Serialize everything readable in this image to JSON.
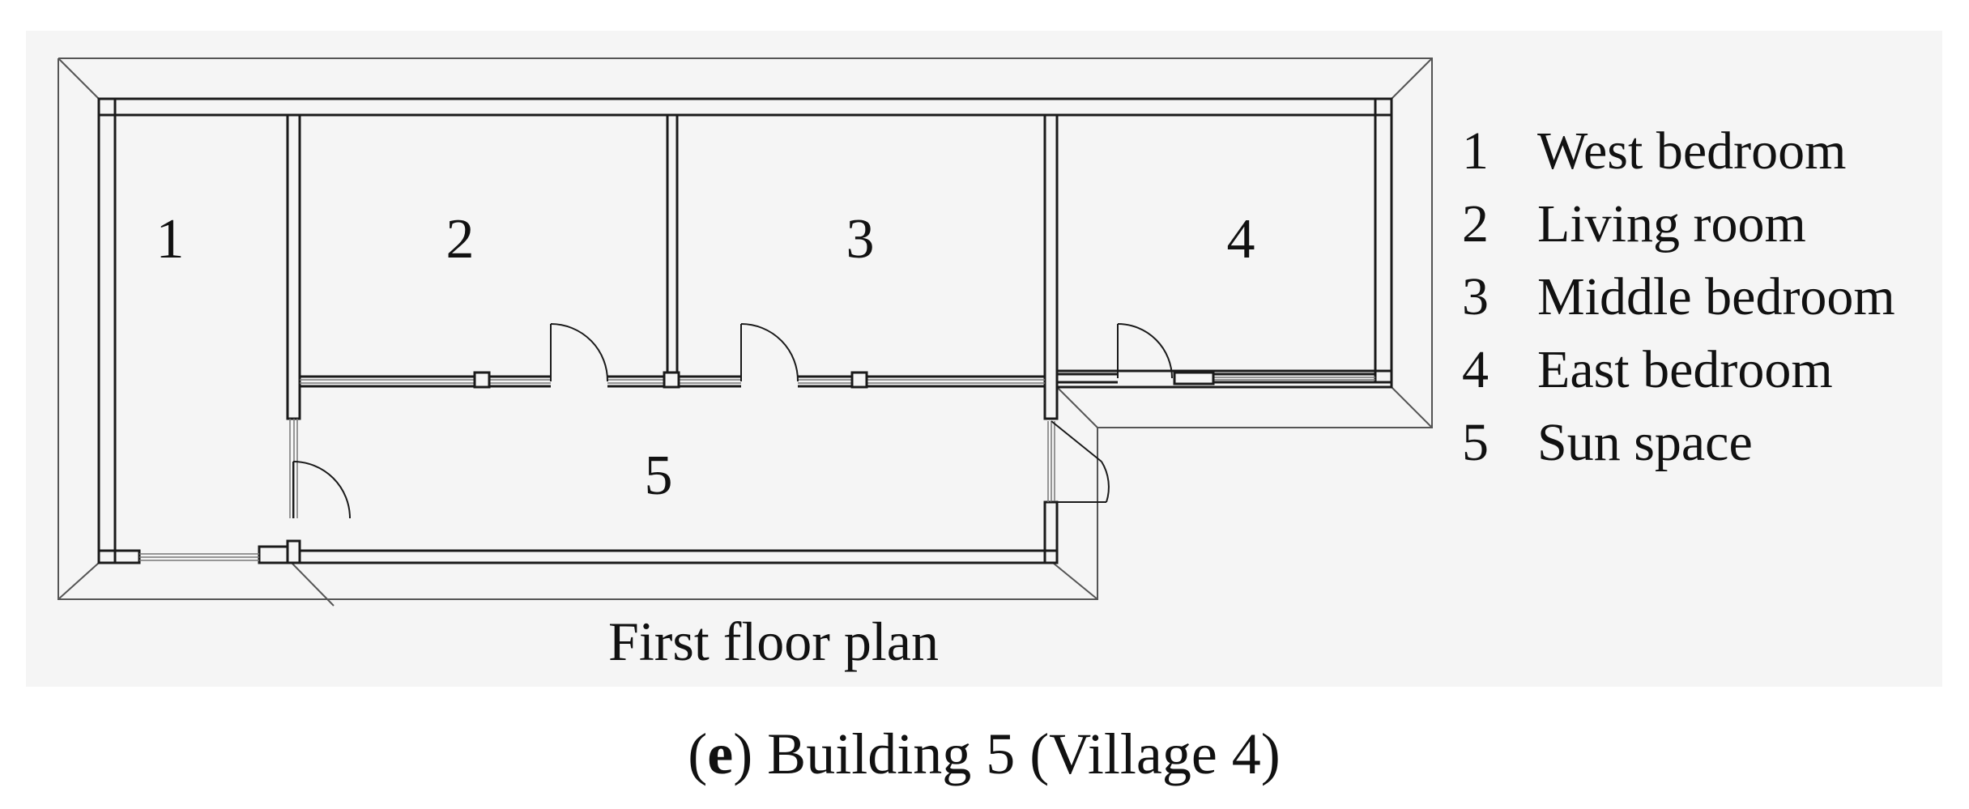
{
  "rooms": [
    {
      "number": "1",
      "name": "West bedroom"
    },
    {
      "number": "2",
      "name": "Living room"
    },
    {
      "number": "3",
      "name": "Middle bedroom"
    },
    {
      "number": "4",
      "name": "East bedroom"
    },
    {
      "number": "5",
      "name": "Sun space"
    }
  ],
  "plan_title": "First floor plan",
  "caption": {
    "open": "(",
    "letter": "e",
    "rest": ") Building 5 (Village 4)"
  },
  "colors": {
    "panel": "#f5f5f5",
    "line": "#1a1a1a",
    "roof_line": "#555555"
  }
}
